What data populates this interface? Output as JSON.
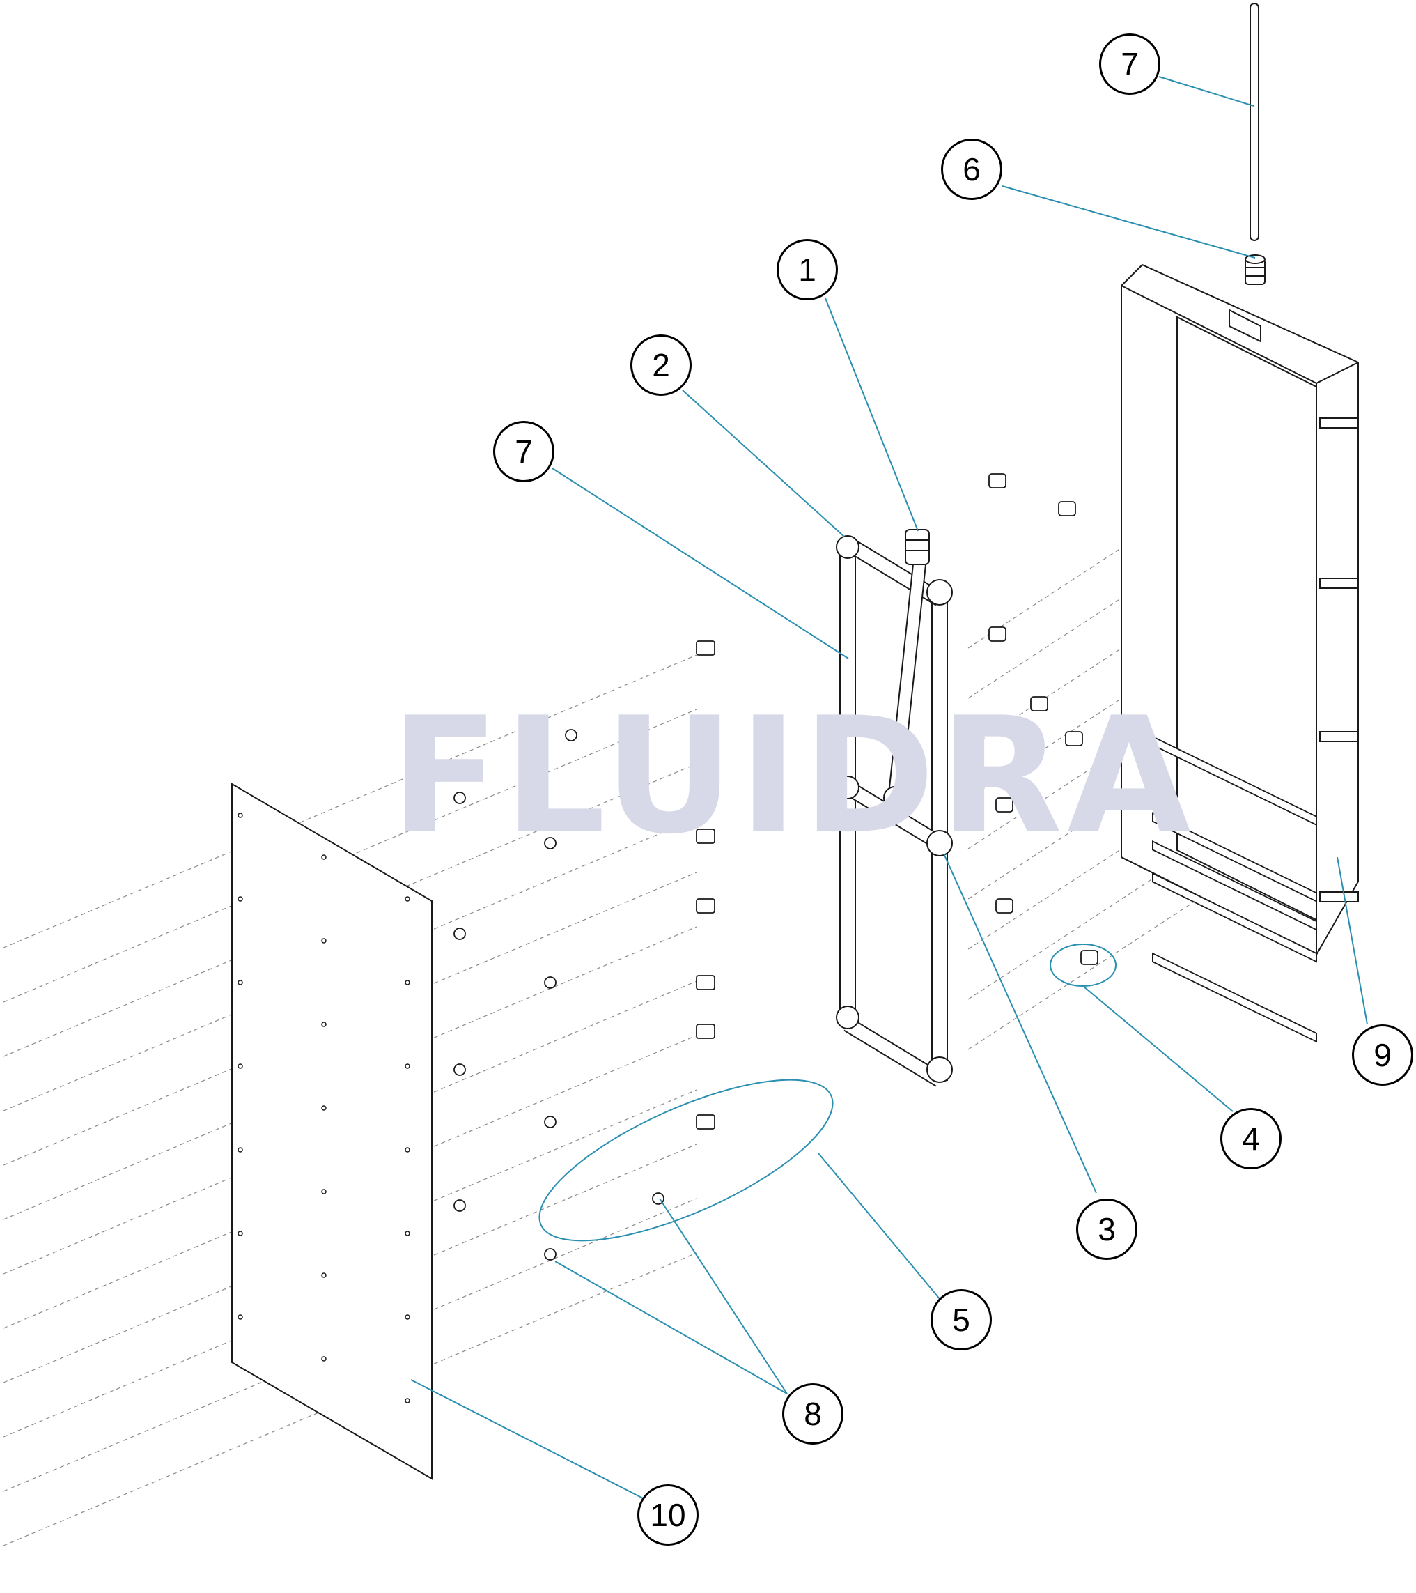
{
  "watermark": "FLUIDRA",
  "callouts": [
    {
      "id": "c1",
      "label": "1"
    },
    {
      "id": "c2",
      "label": "2"
    },
    {
      "id": "c3",
      "label": "3"
    },
    {
      "id": "c4",
      "label": "4"
    },
    {
      "id": "c5",
      "label": "5"
    },
    {
      "id": "c6",
      "label": "6"
    },
    {
      "id": "c7a",
      "label": "7"
    },
    {
      "id": "c7b",
      "label": "7"
    },
    {
      "id": "c8",
      "label": "8"
    },
    {
      "id": "c9",
      "label": "9"
    },
    {
      "id": "c10",
      "label": "10"
    }
  ],
  "colors": {
    "leader": "#2a8fb0",
    "line": "#1a1a1a",
    "dashed": "#8a8a8a",
    "watermark": "#d7d9e8"
  }
}
